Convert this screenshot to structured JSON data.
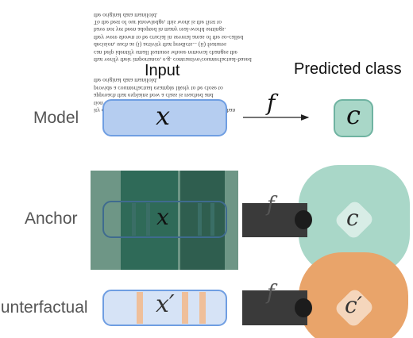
{
  "headers": {
    "input": "Input",
    "predicted": "Predicted class"
  },
  "rows": {
    "model": "Model",
    "anchor": "Anchor",
    "counterfactual": "Counterfactual"
  },
  "symbols": {
    "x": "x",
    "x_prime": "x′",
    "c": "c",
    "c_prime": "c′",
    "f": "f"
  },
  "background_text": {
    "block1": [
      "that verify their importance, e.g. contrastive/counterfactual-based",
      "can help identify small features whose removal changes the",
      "decision, such as (i) activity that predicts... (ii) features",
      "they were shown to be crucial in several areas of the so-called",
      "have not yet been adopted in many real-world settings.",
      "To the best of our knowledge, this work is the first to",
      "the original data manifold."
    ],
    "block2": [
      "ity of the model's input to a higher degree of certainty than",
      "tion in a high degree of certainty. The proposed",
      "approach that explains how a class is reached and",
      "provide a counterfactual example likely to be close to",
      "the original data manifold."
    ]
  },
  "colors": {
    "model_fill": "#b5cdf0",
    "model_border": "#6f9ee2",
    "cf_fill": "#d6e3f6",
    "cf_stripe": "#efbf9a",
    "class_teal": "#a9d7c8",
    "class_teal_border": "#6fb3a1",
    "blob_orange": "#e9a46a",
    "mask_dark": "#2f5a4c",
    "mask_mid": "#2f6a58",
    "arrow_box": "#3a3a3a"
  }
}
